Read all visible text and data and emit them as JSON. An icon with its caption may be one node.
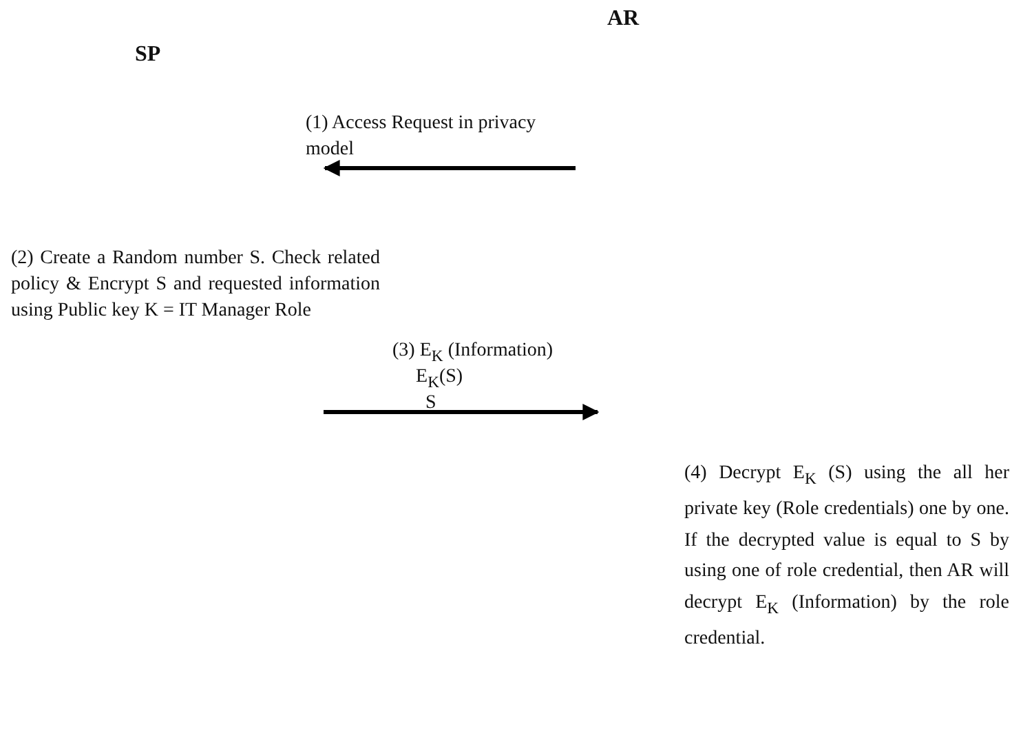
{
  "diagram": {
    "labels": [
      "SP",
      "AR",
      "(1) Access Request in privacy model",
      "(2) Create a Random number S. Check related policy & Encrypt S and requested information using Public key K = IT Manager Role",
      "(3) E$_{K}$ (Information)",
      "E$_{K}$(S)",
      "S",
      "(4) Decrypt E$_{K}$ (S) using the all her private key (Role credentials) one by one. If the decrypted value is equal to S by using one of role credential, then AR will decrypt E$_{K}$ (Information) by the role credential."
    ]
  }
}
